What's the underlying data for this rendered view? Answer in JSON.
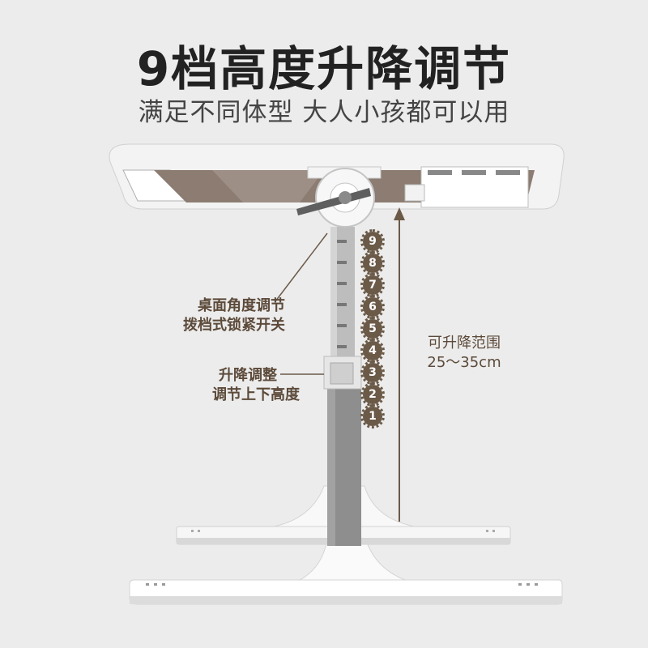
{
  "header": {
    "title": "9档高度升降调节",
    "subtitle": "满足不同体型 大人小孩都可以用"
  },
  "annotations": {
    "tilt_line1": "桌面角度调节",
    "tilt_line2": "拨档式锁紧开关",
    "lift_line1": "升降调整",
    "lift_line2": "调节上下高度"
  },
  "range": {
    "label": "可升降范围",
    "value": "25～35cm"
  },
  "gears": [
    "9",
    "8",
    "7",
    "6",
    "5",
    "4",
    "3",
    "2",
    "1"
  ],
  "colors": {
    "background": "#ececec",
    "tabletop": "#f4f4f4",
    "panel": "#8a7a70",
    "pole": "#8c8c8c",
    "accent": "#6b5a48"
  }
}
